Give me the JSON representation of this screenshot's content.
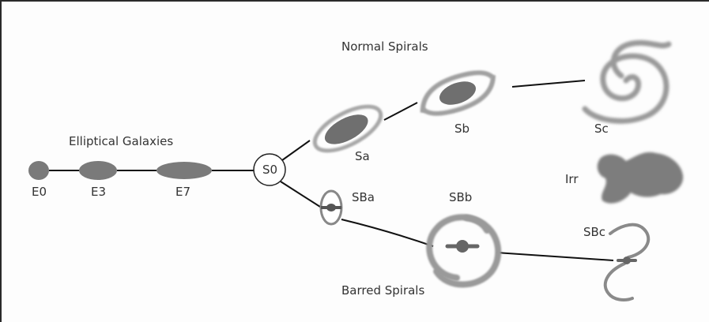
{
  "groups": {
    "elliptical": "Elliptical Galaxies",
    "normal": "Normal Spirals",
    "barred": "Barred Spirals"
  },
  "galaxies": {
    "e0": "E0",
    "e3": "E3",
    "e7": "E7",
    "s0": "S0",
    "sa": "Sa",
    "sb": "Sb",
    "sc": "Sc",
    "sba": "SBa",
    "sbb": "SBb",
    "sbc": "SBc",
    "irr": "Irr"
  },
  "colors": {
    "galaxy_fill": "#7a7a7a",
    "arm_gray": "#9a9a9a",
    "line": "#111111",
    "text": "#333333"
  }
}
